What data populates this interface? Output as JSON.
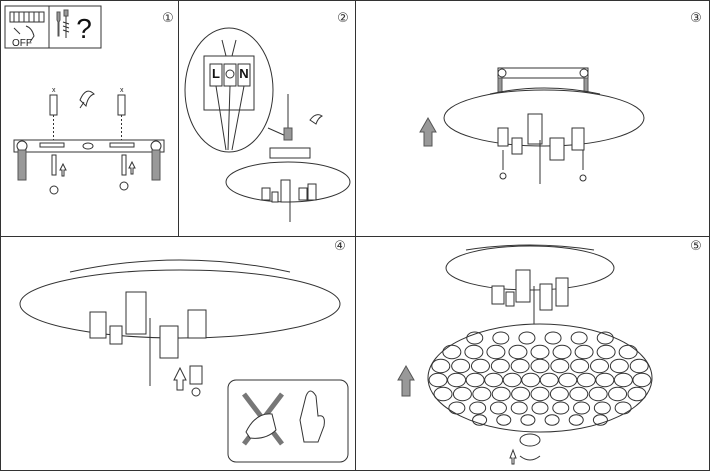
{
  "panels": [
    {
      "step": "①",
      "label_off": "OFF",
      "question": "?"
    },
    {
      "step": "②",
      "terminals": [
        "L",
        "N"
      ]
    },
    {
      "step": "③"
    },
    {
      "step": "④"
    },
    {
      "step": "⑤"
    }
  ]
}
